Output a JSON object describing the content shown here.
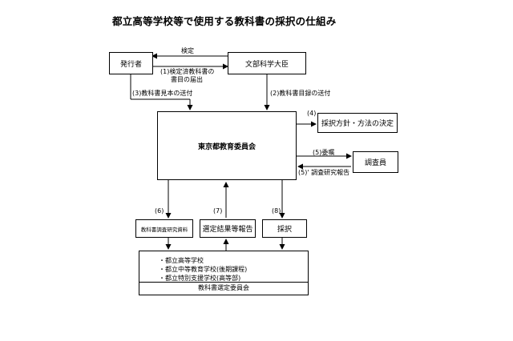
{
  "title": "都立高等学校等で使用する教科書の採択の仕組み",
  "nodes": {
    "publisher": "発行者",
    "ministry": "文部科学大臣",
    "board": "東京都教育委員会",
    "policy": "採択方針・方法の決定",
    "investigator": "調査員",
    "research_materials": "教科書調査研究資料",
    "selection_report": "選定結果等報告",
    "adoption": "採択",
    "committee": "教科書選定委員会"
  },
  "labels": {
    "approval": "検定",
    "submit_line1": "(1)検定済教科書の",
    "submit_line2": "書目の届出",
    "sample_send": "(3)教科書見本の送付",
    "catalog_send": "(2)教科書目録の送付",
    "step4": "(4)",
    "commission": "(5)委嘱",
    "research_report": "(5)' 調査研究報告",
    "step6": "(6)",
    "step7": "(7)",
    "step8": "(8)"
  },
  "schools": [
    "・都立高等学校",
    "・都立中等教育学校(後期課程)",
    "・都立特別支援学校(高等部)"
  ]
}
